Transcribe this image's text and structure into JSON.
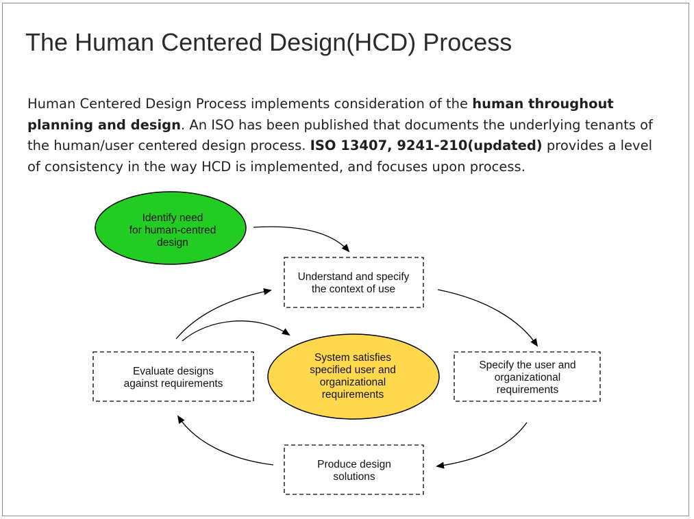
{
  "slide": {
    "title": "The Human Centered Design(HCD) Process",
    "paragraph": {
      "p1": "Human Centered Design Process implements consideration of the ",
      "b1": "human throughout planning and design",
      "p2": ". An ISO has been published that documents the underlying tenants of the human/user centered design process. ",
      "b2": "ISO 13407,  9241-210(updated)",
      "p3": " provides a level of consistency in the way HCD is implemented, and focuses upon process."
    }
  },
  "diagram": {
    "nodes": {
      "identify": {
        "lines": [
          "Identify need",
          "for human-centred",
          "design"
        ],
        "color": "#22cc22"
      },
      "context": {
        "lines": [
          "Understand and specify",
          "the context of use"
        ]
      },
      "requirements": {
        "lines": [
          "Specify the user and",
          "organizational",
          "requirements"
        ]
      },
      "produce": {
        "lines": [
          "Produce design",
          "solutions"
        ]
      },
      "evaluate": {
        "lines": [
          "Evaluate designs",
          "against requirements"
        ]
      },
      "satisfies": {
        "lines": [
          "System satisfies",
          "specified user and",
          "organizational",
          "requirements"
        ],
        "color": "#ffd84d"
      }
    }
  }
}
